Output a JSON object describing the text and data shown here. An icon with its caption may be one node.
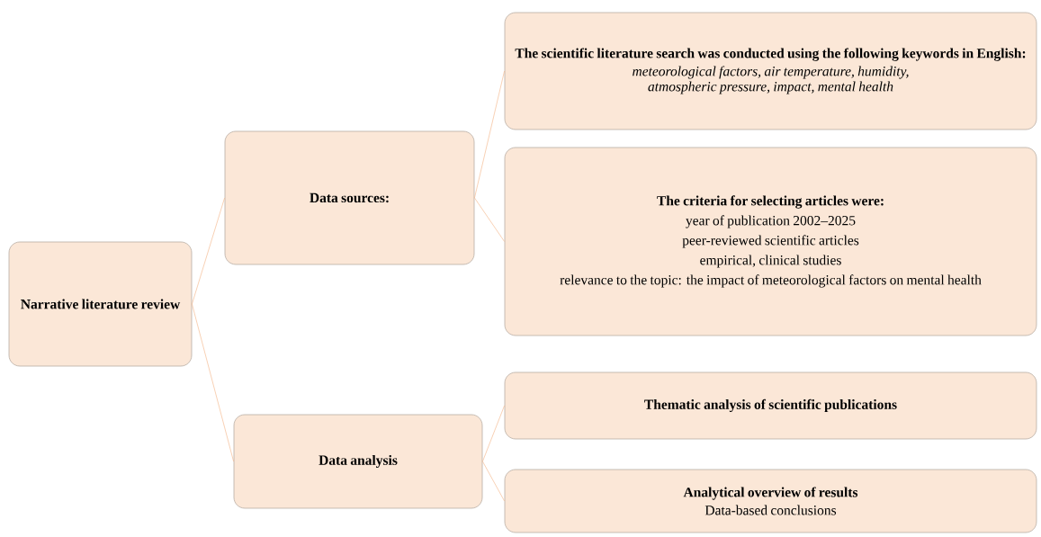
{
  "diagram": {
    "nodes": [
      {
        "text": [
          "Narrative literature review"
        ]
      },
      {
        "text": [
          "Data sources:"
        ]
      },
      {
        "text": [
          "The scientific literature search was conducted using the following keywords in English:",
          "meteorological factors, air temperature, humidity, atmospheric pressure, impact, mental health"
        ]
      },
      {
        "text": [
          "The criteria for selecting articles were:",
          "year of publication 2002–2025",
          "peer-reviewed scientific articles",
          "empirical, clinical studies",
          "relevance to the topic: the impact of meteorological factors on mental health"
        ]
      },
      {
        "text": [
          "Data analysis"
        ]
      },
      {
        "text": [
          "Thematic analysis of scientific publications"
        ]
      },
      {
        "text": [
          "Analytical overview of results",
          "Data-based conclusions"
        ]
      }
    ],
    "edges": [
      {
        "from": 0,
        "to": 1,
        "arrow": "none"
      },
      {
        "from": 0,
        "to": 4,
        "arrow": "none"
      },
      {
        "from": 1,
        "to": 2,
        "arrow": "none"
      },
      {
        "from": 1,
        "to": 3,
        "arrow": "none"
      },
      {
        "from": 4,
        "to": 5,
        "arrow": "none"
      },
      {
        "from": 4,
        "to": 6,
        "arrow": "none"
      }
    ]
  }
}
